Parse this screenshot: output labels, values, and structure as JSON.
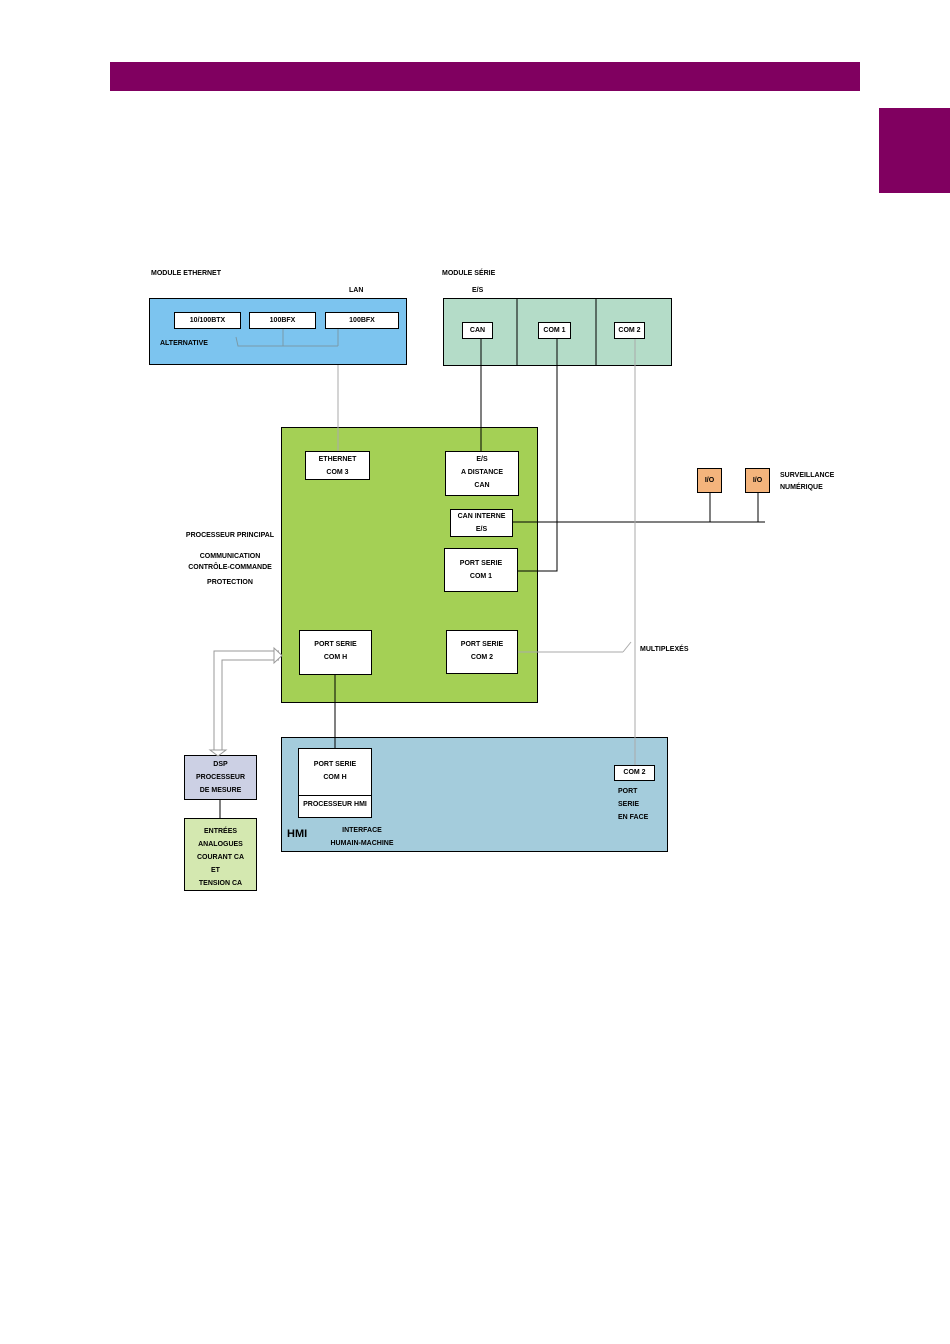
{
  "colors": {
    "header_bar": "#800060",
    "ethernet_module": "#7cc4ef",
    "serial_module": "#b4dcc8",
    "main_processor": "#a4d055",
    "hmi": "#a4ccdc",
    "dsp": "#ccd0e4",
    "analog_inputs": "#d4e8b0",
    "io": "#f4b47c"
  },
  "ethernet_module": {
    "title": "MODULE ETHERNET",
    "lan": "LAN",
    "port1": "10/100BTX",
    "port2": "100BFX",
    "port3": "100BFX",
    "alternative": "ALTERNATIVE"
  },
  "serial_module": {
    "title": "MODULE SÉRIE",
    "es": "E/S",
    "can": "CAN",
    "com1": "COM 1",
    "com2": "COM 2"
  },
  "main_processor": {
    "label_line1": "PROCESSEUR PRINCIPAL",
    "label_line2": "COMMUNICATION",
    "label_line3": "CONTRÔLE-COMMANDE",
    "label_line4": "PROTECTION",
    "ethernet_l1": "ETHERNET",
    "ethernet_l2": "COM 3",
    "remote_l1": "E/S",
    "remote_l2": "A DISTANCE",
    "remote_l3": "CAN",
    "can_int_l1": "CAN INTERNE",
    "can_int_l2": "E/S",
    "port_com1_l1": "PORT SERIE",
    "port_com1_l2": "COM 1",
    "port_comh_l1": "PORT SERIE",
    "port_comh_l2": "COM H",
    "port_com2_l1": "PORT SERIE",
    "port_com2_l2": "COM 2"
  },
  "io": {
    "io1": "I/O",
    "io2": "I/O",
    "surv_l1": "SURVEILLANCE",
    "surv_l2": "NUMÉRIQUE"
  },
  "multiplexed": "MULTIPLEXÉS",
  "dsp": {
    "l1": "DSP",
    "l2": "PROCESSEUR",
    "l3": "DE MESURE"
  },
  "analog_inputs": {
    "l1": "ENTRÉES",
    "l2": "ANALOGUES",
    "l3": "COURANT CA",
    "l4": "ET",
    "l5": "TENSION CA"
  },
  "hmi": {
    "port_l1": "PORT SERIE",
    "port_l2": "COM H",
    "proc": "PROCESSEUR HMI",
    "title": "HMI",
    "desc_l1": "INTERFACE",
    "desc_l2": "HUMAIN-MACHINE",
    "com2": "COM 2",
    "front_l1": "PORT",
    "front_l2": "SERIE",
    "front_l3": "EN FACE"
  }
}
